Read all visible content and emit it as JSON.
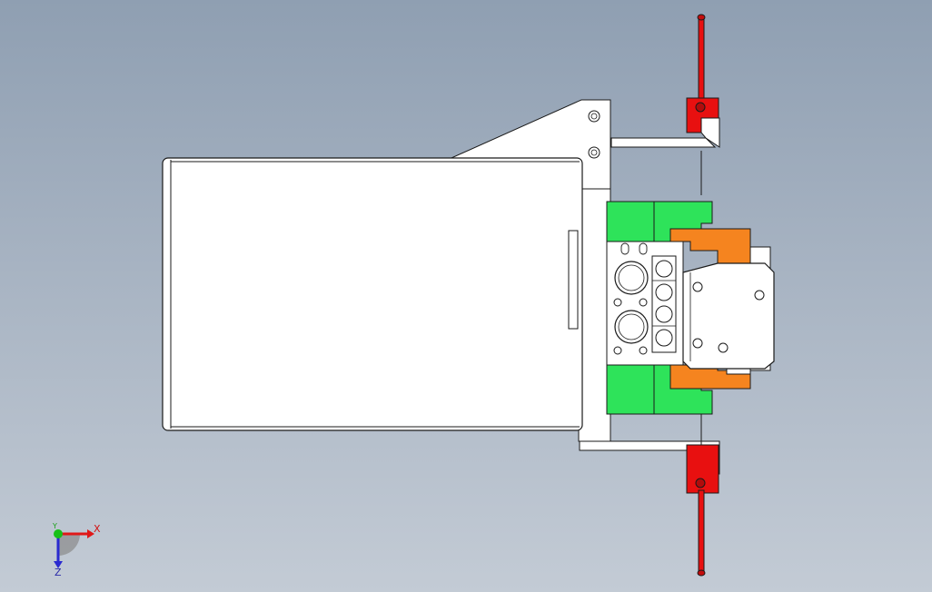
{
  "axes": {
    "x_label": "X",
    "y_label": "Y",
    "z_label": "Z"
  },
  "colors": {
    "background_top": "#8f9fb2",
    "background_bottom": "#c3cbd5",
    "outline": "#1a1a1a",
    "body": "#ffffff",
    "green_part": "#2ee35a",
    "orange_part": "#f5841f",
    "red_part": "#e81010",
    "axis_x": "#e01818",
    "axis_y": "#18c018",
    "axis_z": "#2a2ad0"
  },
  "icons": {
    "triad": "coordinate-triad-icon"
  }
}
